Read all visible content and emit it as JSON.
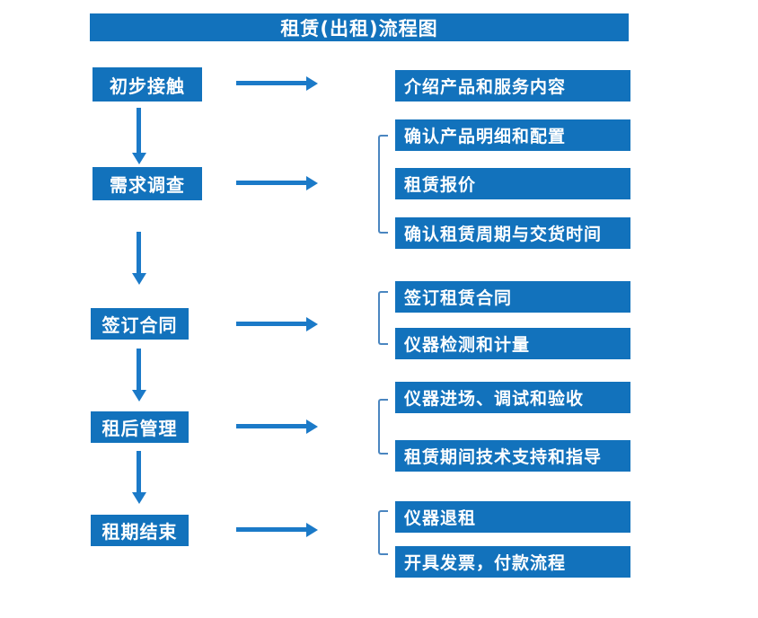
{
  "title": "租赁(出租)流程图",
  "colors": {
    "box_blue": "#1272BC",
    "arrow_blue": "#1B7AC8",
    "bracket_blue": "#4A86C0",
    "text_white": "#FFFFFF",
    "background": "#FFFFFF"
  },
  "icons": {
    "arrow_right": "→",
    "arrow_down": "↓",
    "group_bracket": "["
  },
  "steps": [
    {
      "label": "初步接触",
      "outputs": [
        "介绍产品和服务内容"
      ]
    },
    {
      "label": "需求调查",
      "outputs": [
        "确认产品明细和配置",
        "租赁报价",
        "确认租赁周期与交货时间"
      ]
    },
    {
      "label": "签订合同",
      "outputs": [
        "签订租赁合同",
        "仪器检测和计量"
      ]
    },
    {
      "label": "租后管理",
      "outputs": [
        "仪器进场、调试和验收",
        "租赁期间技术支持和指导"
      ]
    },
    {
      "label": "租期结束",
      "outputs": [
        "仪器退租",
        "开具发票，付款流程"
      ]
    }
  ]
}
